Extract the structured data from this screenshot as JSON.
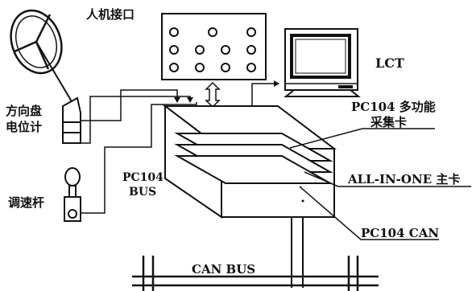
{
  "labels": {
    "hmi": "人机接口",
    "lct": "LCT",
    "steering_pot_line1": "方向盘",
    "steering_pot_line2": "电位计",
    "speed_lever": "调速杆",
    "pc104_bus_line1": "PC104",
    "pc104_bus_line2": "BUS",
    "acq_card_line1": "PC104 多功能",
    "acq_card_line2": "采集卡",
    "main_board": "ALL-IN-ONE 主卡",
    "can_card": "PC104 CAN",
    "can_bus": "CAN BUS"
  },
  "colors": {
    "ink": "#111111",
    "paper": "#ffffff"
  }
}
